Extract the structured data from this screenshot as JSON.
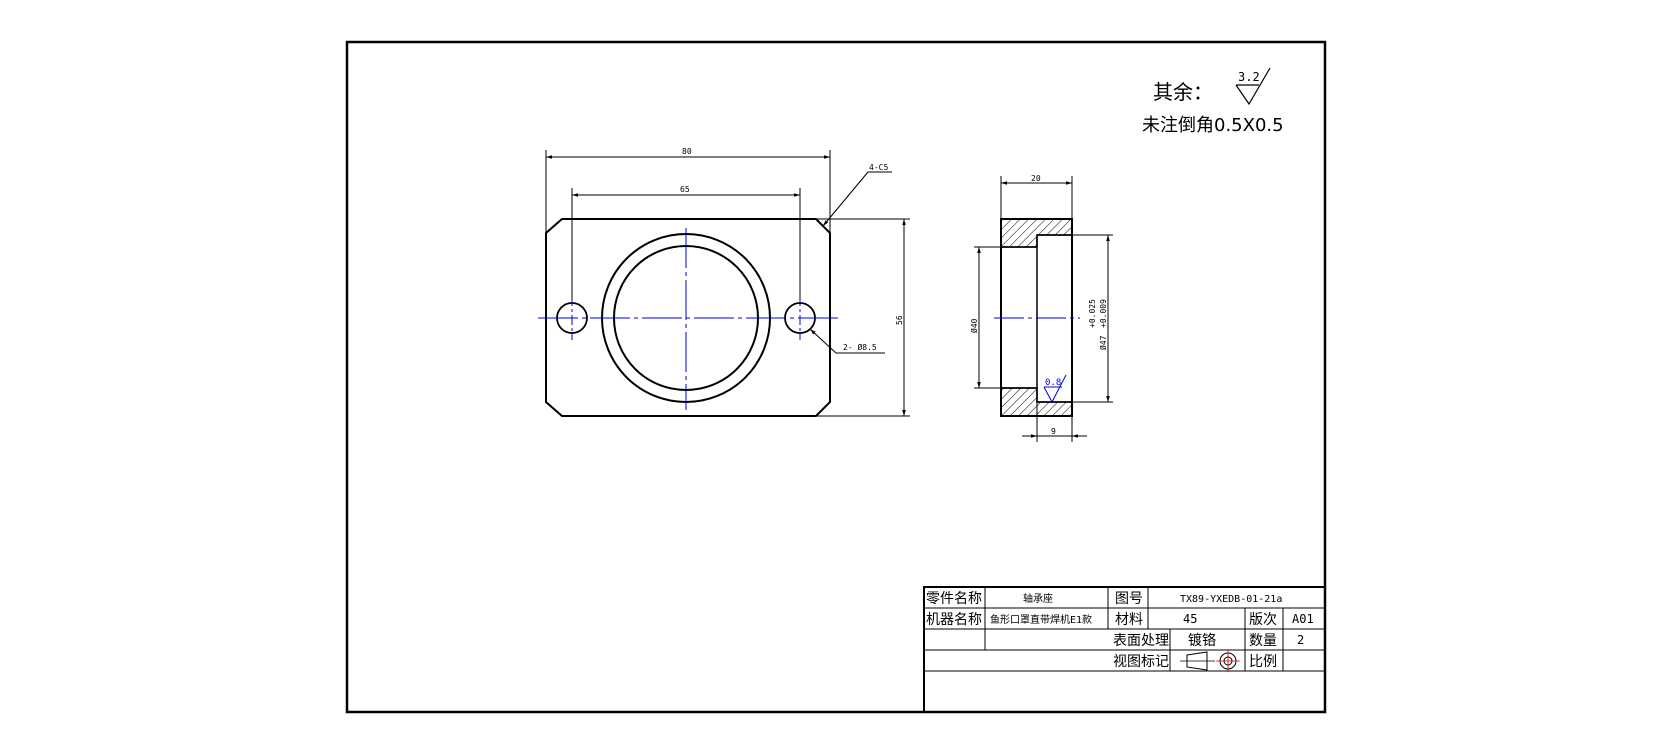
{
  "notes": {
    "rest_label": "其余：",
    "rest_roughness": "3.2",
    "chamfer_note": "未注倒角0.5X0.5"
  },
  "front_view": {
    "dim_overall_width": "80",
    "dim_hole_spacing": "65",
    "dim_height": "56",
    "dim_corner_chamfer": "4-C5",
    "dim_holes": "2- Ø8.5"
  },
  "side_view": {
    "dim_thickness": "20",
    "dim_bore": "Ø40",
    "dim_outer": "Ø47",
    "tol_upper": "+0.025",
    "tol_lower": "+0.009",
    "dim_step": "9",
    "roughness": "0.8"
  },
  "title_block": {
    "part_name_label": "零件名称",
    "part_name_value": "轴承座",
    "drawing_no_label": "图号",
    "drawing_no_value": "TX89-YXEDB-01-21a",
    "machine_name_label": "机器名称",
    "machine_name_value": "鱼形口罩直带焊机E1款",
    "material_label": "材料",
    "material_value": "45",
    "revision_label": "版次",
    "revision_value": "A01",
    "surface_label": "表面处理",
    "surface_value": "镀铬",
    "quantity_label": "数量",
    "quantity_value": "2",
    "view_mark_label": "视图标记",
    "scale_label": "比例",
    "scale_value": ""
  },
  "colors": {
    "centerline": "#0000dd",
    "annotation": "#0000dd",
    "line": "#000000"
  }
}
